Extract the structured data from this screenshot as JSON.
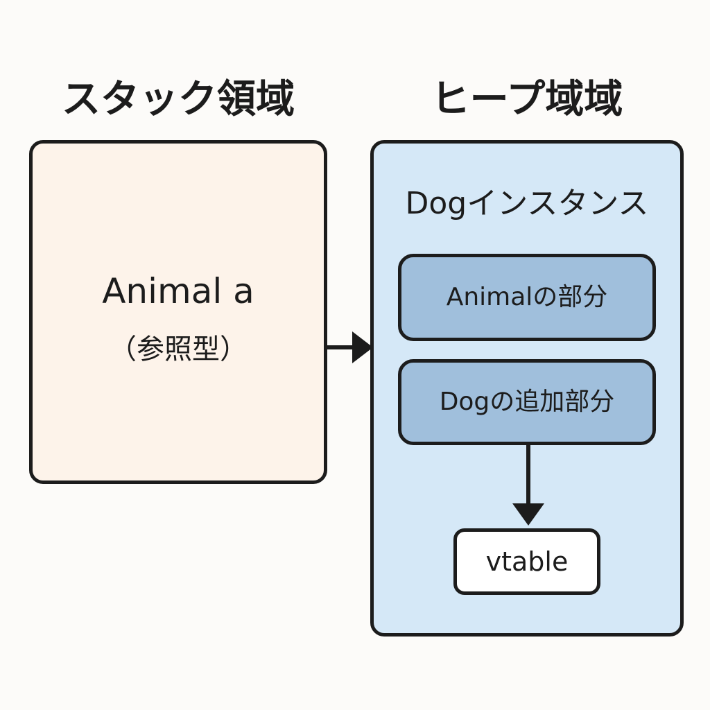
{
  "stack": {
    "heading": "スタック領域",
    "variable": "Animal a",
    "type_note": "（参照型）"
  },
  "heap": {
    "heading": "ヒープ域域",
    "instance_title": "Dogインスタンス",
    "parts": [
      "Animalの部分",
      "Dogの追加部分"
    ],
    "vtable": "vtable"
  },
  "colors": {
    "stroke": "#1c1c1c",
    "stack_fill": "#fdf3ea",
    "heap_fill": "#d5e8f7",
    "part_fill": "#a0bfdc",
    "vtable_fill": "#ffffff",
    "background": "#fcfbf9"
  }
}
